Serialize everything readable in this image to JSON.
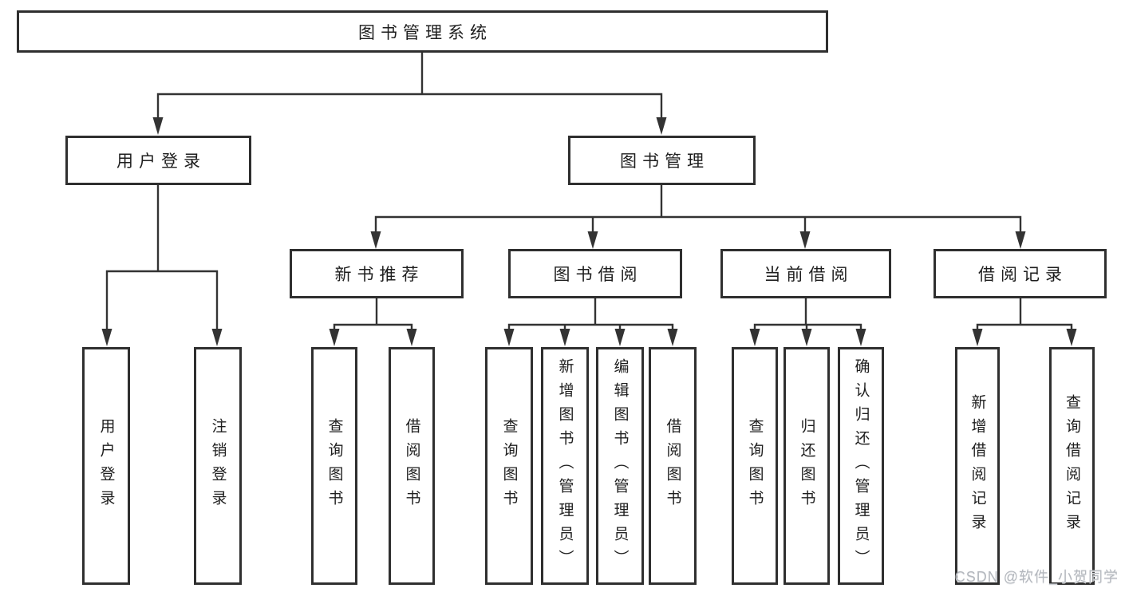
{
  "diagram": {
    "root": {
      "label": "图书管理系统"
    },
    "level2": {
      "user_login": {
        "label": "用户登录"
      },
      "book_mgmt": {
        "label": "图书管理"
      }
    },
    "level3": {
      "new_books": {
        "label": "新书推荐"
      },
      "book_borrow": {
        "label": "图书借阅"
      },
      "current_borrow": {
        "label": "当前借阅"
      },
      "borrow_records": {
        "label": "借阅记录"
      }
    },
    "leaves": {
      "ul_login": {
        "label": "用户登录"
      },
      "ul_logout": {
        "label": "注销登录"
      },
      "nb_query": {
        "label": "查询图书"
      },
      "nb_borrow": {
        "label": "借阅图书"
      },
      "bb_query": {
        "label": "查询图书"
      },
      "bb_add": {
        "label": "新增图书（管理员）"
      },
      "bb_edit": {
        "label": "编辑图书（管理员）"
      },
      "bb_borrow": {
        "label": "借阅图书"
      },
      "cb_query": {
        "label": "查询图书"
      },
      "cb_return": {
        "label": "归还图书"
      },
      "cb_confirm": {
        "label": "确认归还（管理员）"
      },
      "br_add": {
        "label": "新增借阅记录"
      },
      "br_query": {
        "label": "查询借阅记录"
      }
    }
  },
  "watermark": "CSDN @软件_小贺同学",
  "colors": {
    "line": "#333333",
    "box_border": "#2f2f2f",
    "text": "#1e1e1e",
    "watermark_text": "#b4b8be",
    "background": "#ffffff"
  }
}
